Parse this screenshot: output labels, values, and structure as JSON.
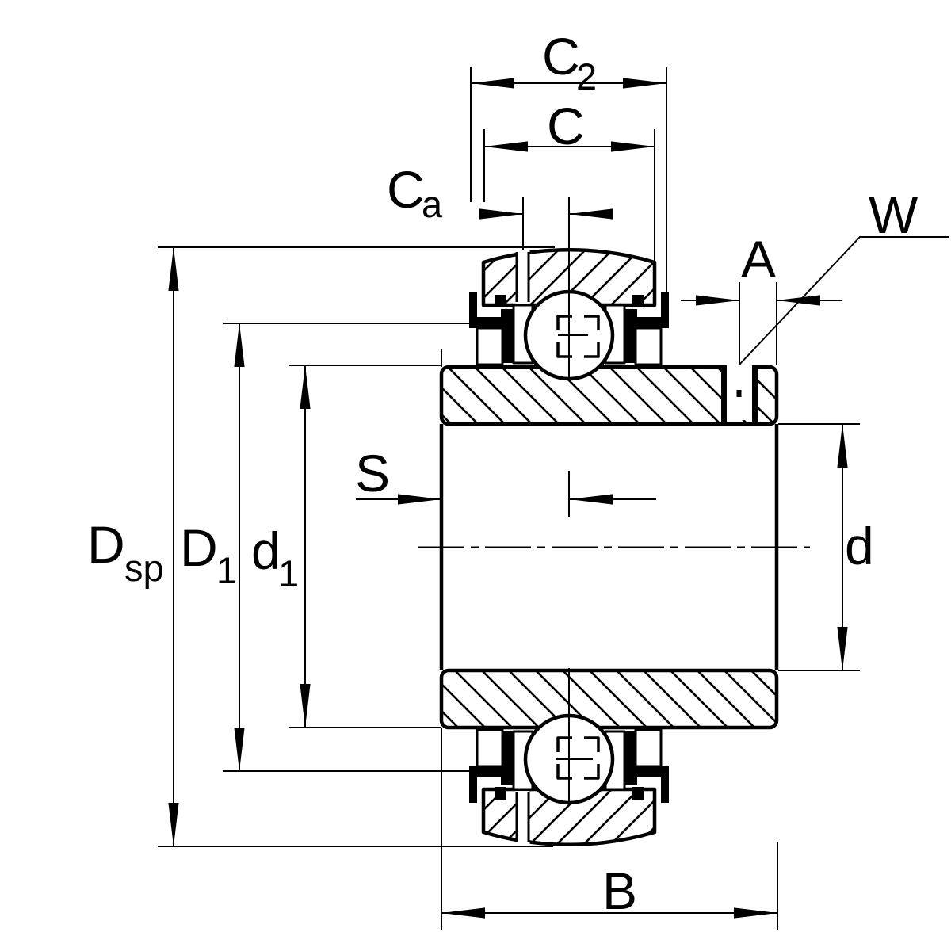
{
  "drawing": {
    "type": "bearing-cross-section",
    "colors": {
      "line": "#000000",
      "background": "#ffffff"
    },
    "dims": {
      "c2": {
        "main": "C",
        "sub": "2"
      },
      "c": {
        "main": "C",
        "sub": ""
      },
      "ca": {
        "main": "C",
        "sub": "a"
      },
      "w": {
        "main": "W"
      },
      "a": {
        "main": "A"
      },
      "s": {
        "main": "S"
      },
      "dsp": {
        "main": "D",
        "sub": "sp"
      },
      "d1o": {
        "main": "D",
        "sub": "1"
      },
      "d1i": {
        "main": "d",
        "sub": "1"
      },
      "d": {
        "main": "d"
      },
      "b": {
        "main": "B"
      }
    }
  }
}
